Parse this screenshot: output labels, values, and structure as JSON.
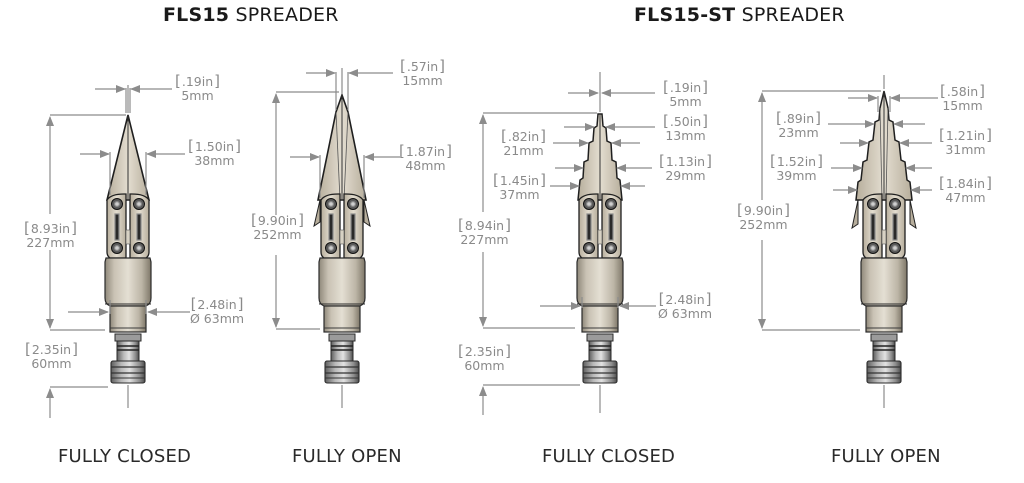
{
  "titles": [
    {
      "model": "FLS15",
      "suffix": "SPREADER"
    },
    {
      "model": "FLS15-ST",
      "suffix": "SPREADER"
    }
  ],
  "captions": [
    "FULLY CLOSED",
    "FULLY OPEN",
    "FULLY CLOSED",
    "FULLY OPEN"
  ],
  "views": [
    {
      "name": "FLS15 fully closed",
      "dims": [
        {
          "in": ".19in",
          "mm": "5mm"
        },
        {
          "in": "1.50in",
          "mm": "38mm"
        },
        {
          "in": "8.93in",
          "mm": "227mm"
        },
        {
          "in": "2.48in",
          "mm": "Ø 63mm"
        },
        {
          "in": "2.35in",
          "mm": "60mm"
        }
      ]
    },
    {
      "name": "FLS15 fully open",
      "dims": [
        {
          "in": ".57in",
          "mm": "15mm"
        },
        {
          "in": "1.87in",
          "mm": "48mm"
        },
        {
          "in": "9.90in",
          "mm": "252mm"
        }
      ]
    },
    {
      "name": "FLS15-ST fully closed",
      "dims": [
        {
          "in": ".19in",
          "mm": "5mm"
        },
        {
          "in": ".50in",
          "mm": "13mm"
        },
        {
          "in": ".82in",
          "mm": "21mm"
        },
        {
          "in": "1.13in",
          "mm": "29mm"
        },
        {
          "in": "1.45in",
          "mm": "37mm"
        },
        {
          "in": "8.94in",
          "mm": "227mm"
        },
        {
          "in": "2.48in",
          "mm": "Ø 63mm"
        },
        {
          "in": "2.35in",
          "mm": "60mm"
        }
      ]
    },
    {
      "name": "FLS15-ST fully open",
      "dims": [
        {
          "in": ".58in",
          "mm": "15mm"
        },
        {
          "in": ".89in",
          "mm": "23mm"
        },
        {
          "in": "1.21in",
          "mm": "31mm"
        },
        {
          "in": "1.52in",
          "mm": "39mm"
        },
        {
          "in": "1.84in",
          "mm": "47mm"
        },
        {
          "in": "9.90in",
          "mm": "252mm"
        }
      ]
    }
  ],
  "colors": {
    "dimension_line": "#8c8c8c",
    "dimension_text": "#8a8a8a",
    "tool_body": "#c9c2b4",
    "tool_outline": "#2b2b2b",
    "coupler": "#9a9a9a",
    "title_text": "#1a1a1a"
  }
}
